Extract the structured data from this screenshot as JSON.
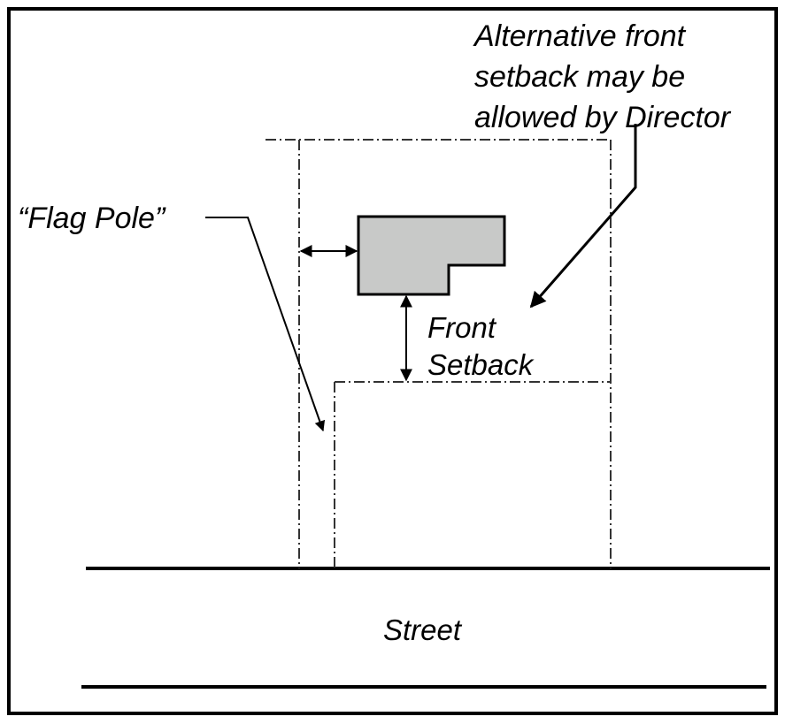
{
  "labels": {
    "note_line1": "Alternative front",
    "note_line2": "setback may be",
    "note_line3": "allowed by Director",
    "flag_pole": "“Flag Pole”",
    "front_line1": "Front",
    "front_line2": "Setback",
    "street": "Street"
  },
  "colors": {
    "line": "#000000",
    "building_fill": "#c8c9c8",
    "lot_line": "#333333",
    "background": "#ffffff"
  }
}
